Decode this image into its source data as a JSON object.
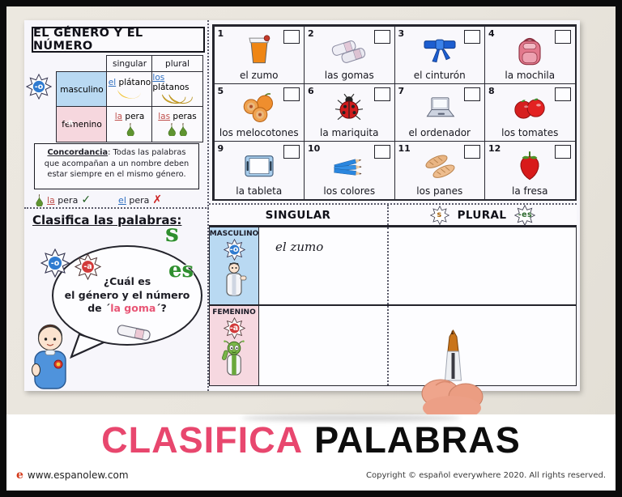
{
  "colors": {
    "accent_pink": "#e8476e",
    "masculino_blue": "#b9d9f2",
    "femenino_pink": "#f6d8e0",
    "article_blue": "#2f6fc0",
    "article_red": "#c0504d"
  },
  "badges": {
    "o": "-o",
    "a": "-a",
    "s": "s",
    "es": "-es"
  },
  "left_panel": {
    "title": "EL GÉNERO Y EL NÚMERO",
    "gender_table": {
      "headers": [
        "singular",
        "plural"
      ],
      "rows": [
        {
          "badge": "-o",
          "label": "masculino",
          "cells": [
            {
              "article": "el",
              "noun": "plátano",
              "icon": "banana"
            },
            {
              "article": "los",
              "noun": "plátanos",
              "icon": "bananas"
            }
          ]
        },
        {
          "badge": "-a",
          "label": "femenino",
          "cells": [
            {
              "article": "la",
              "noun": "pera",
              "icon": "pear"
            },
            {
              "article": "las",
              "noun": "peras",
              "icon": "pears"
            }
          ]
        }
      ]
    },
    "concordancia_title": "Concordancia",
    "concordancia_text": ": Todas las palabras que acompañan a un nombre deben estar siempre en el mismo género.",
    "example_correct": {
      "article": "la",
      "noun": "pera"
    },
    "example_wrong": {
      "article": "el",
      "noun": "pera"
    },
    "check_mark": "✓",
    "cross_mark": "✗",
    "classify_heading": "Clasifica las palabras:",
    "free_letters": {
      "s": "s",
      "es": "es"
    },
    "bubble": {
      "line1": "¿Cuál es",
      "line2": "el género y el número",
      "line3_pre": "de ´",
      "line3_word": "la goma",
      "line3_post": "´?"
    }
  },
  "grid": {
    "items": [
      {
        "num": "1",
        "label": "el zumo",
        "icon": "juice"
      },
      {
        "num": "2",
        "label": "las gomas",
        "icon": "erasers"
      },
      {
        "num": "3",
        "label": "el cinturón",
        "icon": "belt"
      },
      {
        "num": "4",
        "label": "la mochila",
        "icon": "backpack"
      },
      {
        "num": "5",
        "label": "los melocotones",
        "icon": "peaches"
      },
      {
        "num": "6",
        "label": "la mariquita",
        "icon": "ladybug"
      },
      {
        "num": "7",
        "label": "el ordenador",
        "icon": "laptop"
      },
      {
        "num": "8",
        "label": "los tomates",
        "icon": "tomatoes"
      },
      {
        "num": "9",
        "label": "la tableta",
        "icon": "tablet"
      },
      {
        "num": "10",
        "label": "los colores",
        "icon": "pencils"
      },
      {
        "num": "11",
        "label": "los panes",
        "icon": "bread"
      },
      {
        "num": "12",
        "label": "la fresa",
        "icon": "strawberry"
      }
    ]
  },
  "classification": {
    "singular_header": "SINGULAR",
    "plural_header": "PLURAL",
    "plural_badge_s": "s",
    "plural_badge_es": "-es",
    "rows": [
      {
        "label": "MASCULINO",
        "badge": "-o",
        "singular": "el zumo",
        "plural": ""
      },
      {
        "label": "FEMENINO",
        "badge": "-a",
        "singular": "",
        "plural": ""
      }
    ]
  },
  "banner": {
    "word1": "CLASIFICA",
    "word2": "PALABRAS"
  },
  "footer": {
    "logo": "e",
    "website": "www.espanolew.com",
    "copyright": "Copyright © español everywhere 2020. All rights reserved."
  }
}
